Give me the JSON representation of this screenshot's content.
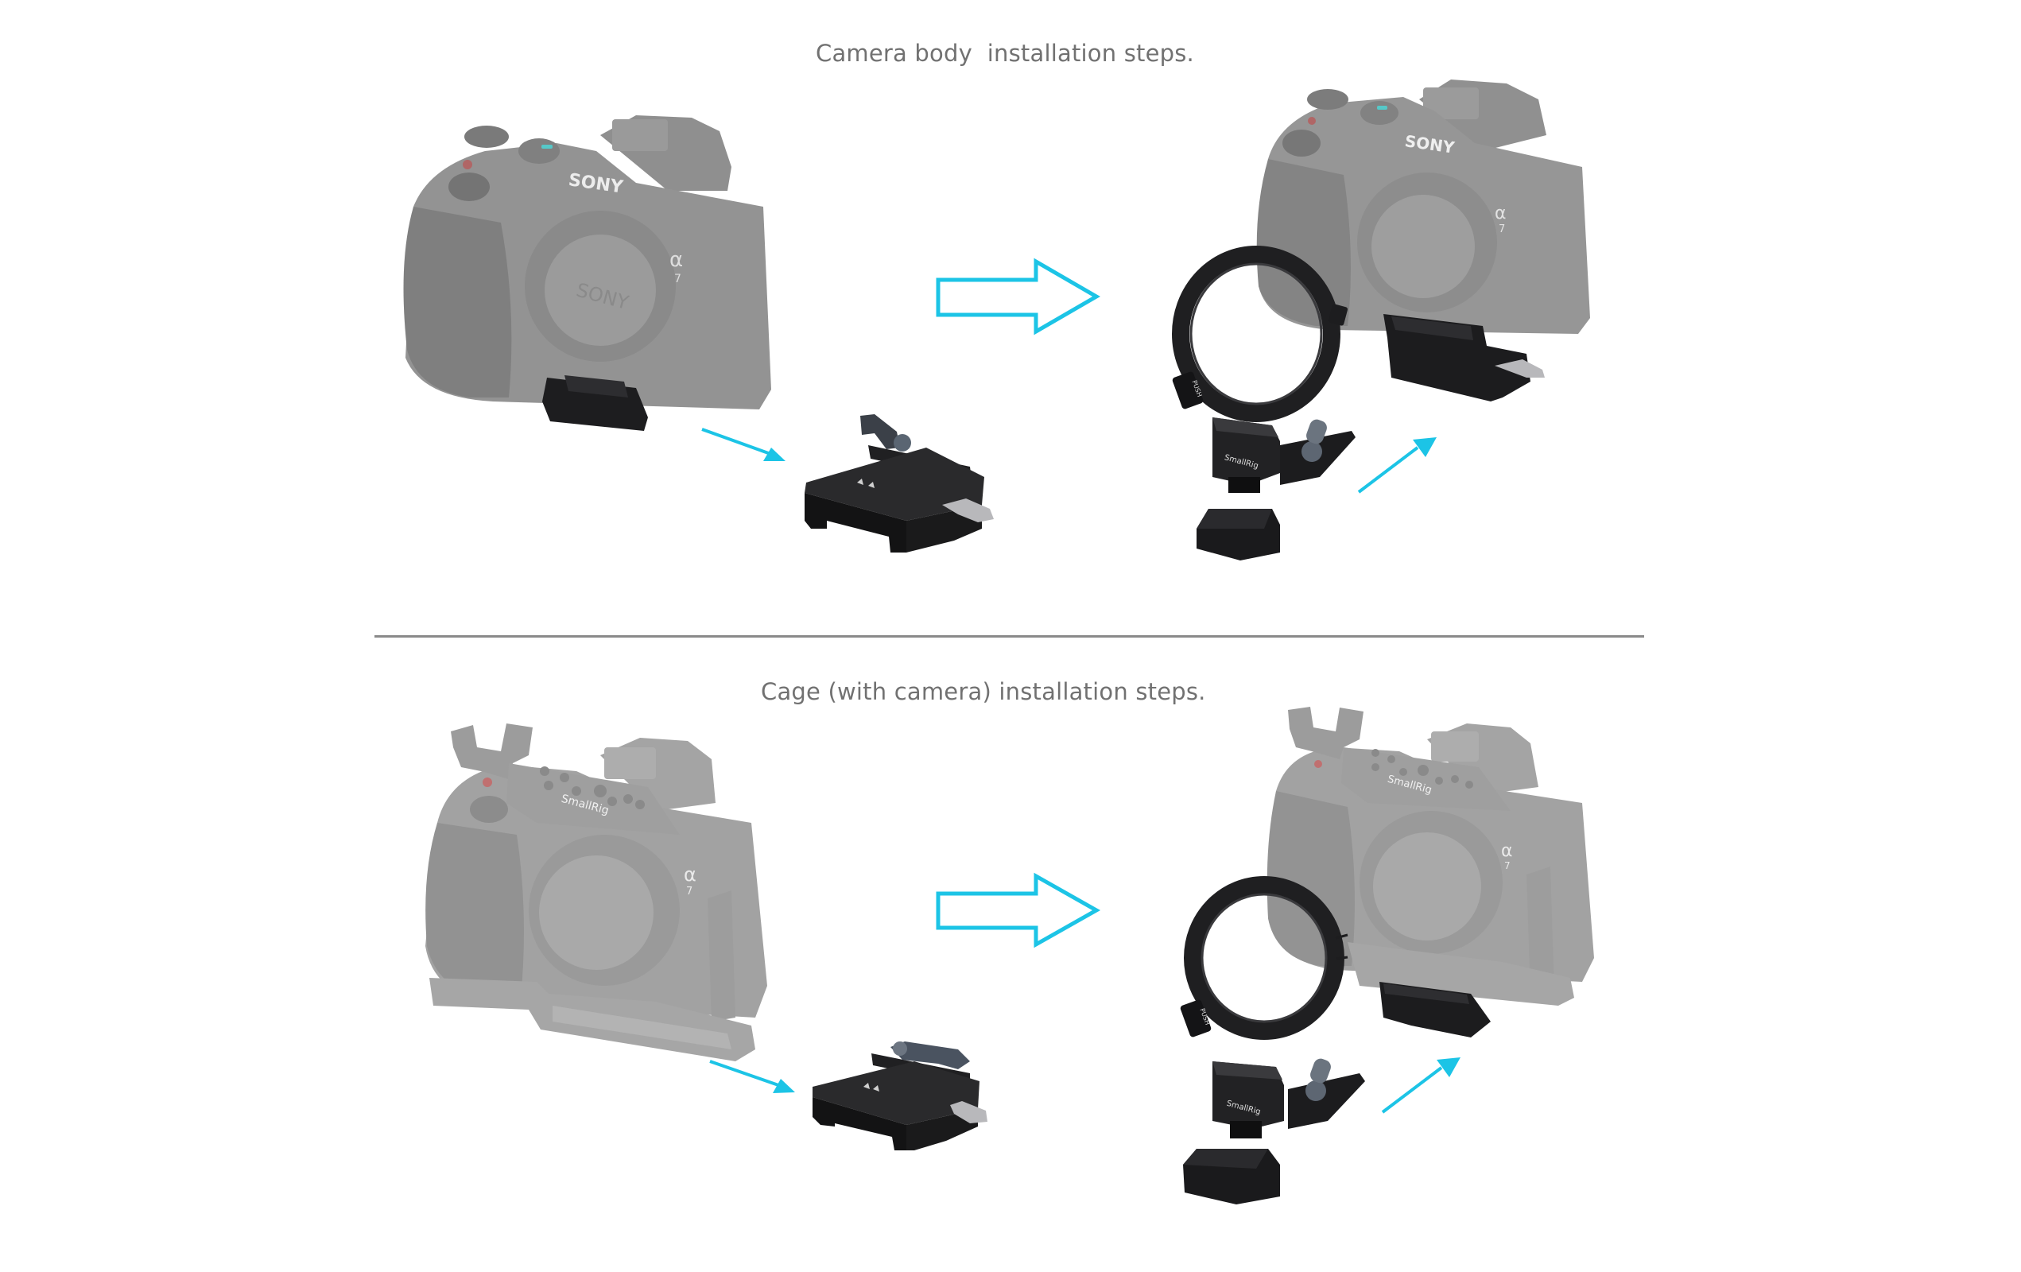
{
  "sections": [
    {
      "title": "Camera body  installation steps.",
      "steps": {
        "before": {
          "camera": {
            "brand": "SONY",
            "model_mark": "α",
            "model_number": "7",
            "state": "greyed"
          },
          "parts": [
            "arca-plate-on-camera",
            "quick-release-clamp"
          ]
        },
        "after": {
          "camera": {
            "brand": "SONY",
            "model_mark": "α",
            "model_number": "7",
            "state": "greyed"
          },
          "parts": [
            "rotating-mount-ring",
            "clamp-attached-to-camera"
          ],
          "ring_label": "PUSH",
          "mount_brand": "SmallRig"
        }
      }
    },
    {
      "title": "Cage (with camera) installation steps.",
      "steps": {
        "before": {
          "cage_brand": "SmallRig",
          "camera": {
            "model_mark": "α",
            "model_number": "7",
            "state": "greyed"
          },
          "parts": [
            "caged-camera",
            "quick-release-clamp"
          ]
        },
        "after": {
          "cage_brand": "SmallRig",
          "camera": {
            "model_mark": "α",
            "model_number": "7",
            "state": "greyed"
          },
          "parts": [
            "rotating-mount-ring",
            "clamp-attached-to-cage"
          ],
          "ring_label": "PUSH",
          "mount_brand": "SmallRig"
        }
      }
    }
  ],
  "colors": {
    "accent_arrow": "#1cc4e6",
    "title_text": "#717171",
    "divider": "#8a8a8a",
    "greyed_camera": "#9a9a9a",
    "hardware_black": "#1c1c1e"
  },
  "icons": {
    "step_arrow": "outline-right-arrow-icon",
    "motion_arrow": "thin-diagonal-arrow-icon"
  }
}
